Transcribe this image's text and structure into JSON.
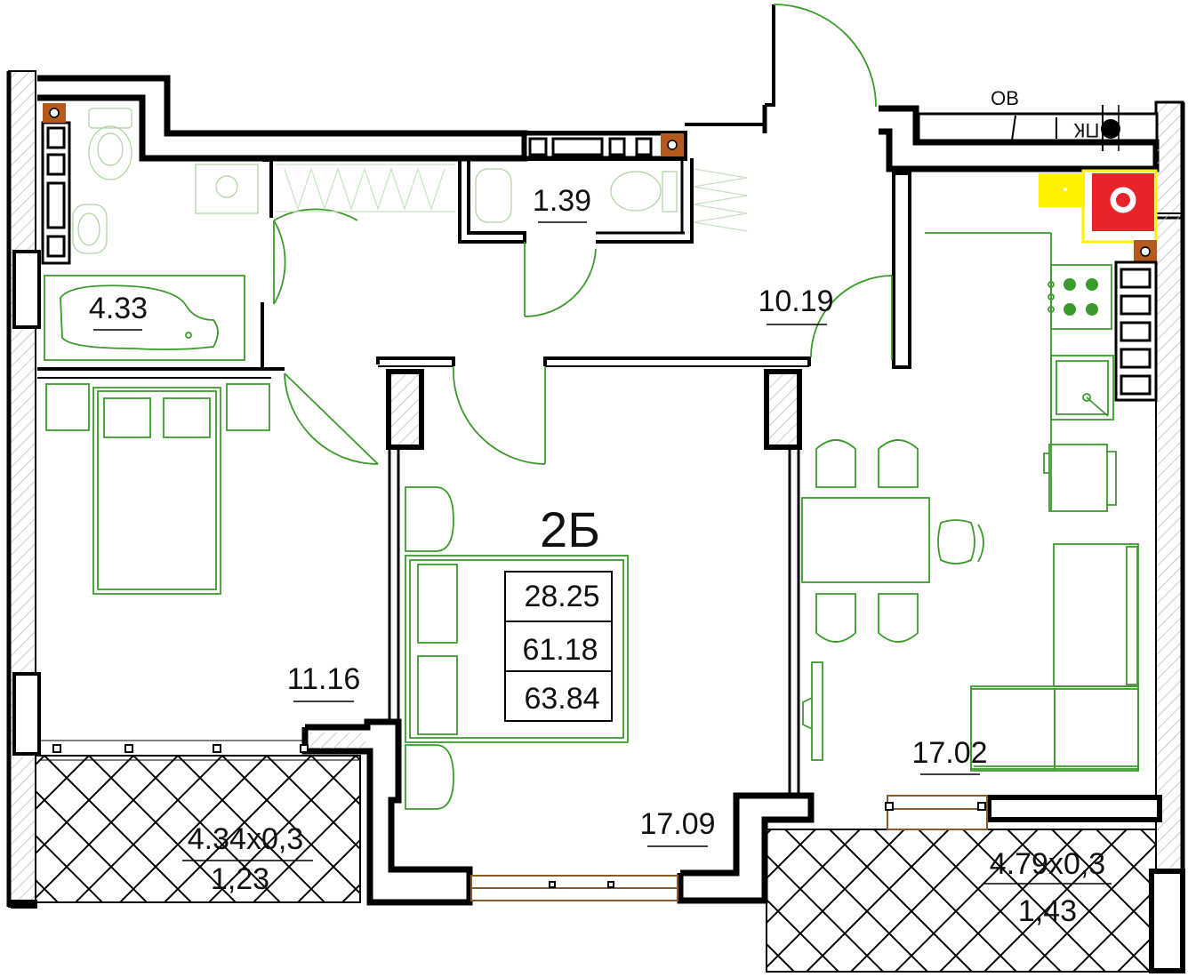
{
  "apartment": {
    "code": "2Б",
    "areas": [
      "28.25",
      "61.18",
      "63.84"
    ]
  },
  "rooms": {
    "bathroom": "4.33",
    "wc": "1.39",
    "hall": "10.19",
    "bedroom": "11.16",
    "living": "17.09",
    "kitchen": "17.02"
  },
  "balconies": {
    "left": {
      "dims": "4.34x0,3",
      "area": "1,23"
    },
    "right": {
      "dims": "4.79x0,3",
      "area": "1,43"
    }
  },
  "shaft": {
    "ventilation": "ОВ",
    "sewer": "ПК"
  },
  "colors": {
    "walls": "#000000",
    "furniture": "#3c9a2c",
    "boiler_red": "#e8242a",
    "boiler_zone": "#fff200",
    "riser": "#b55a1e"
  }
}
